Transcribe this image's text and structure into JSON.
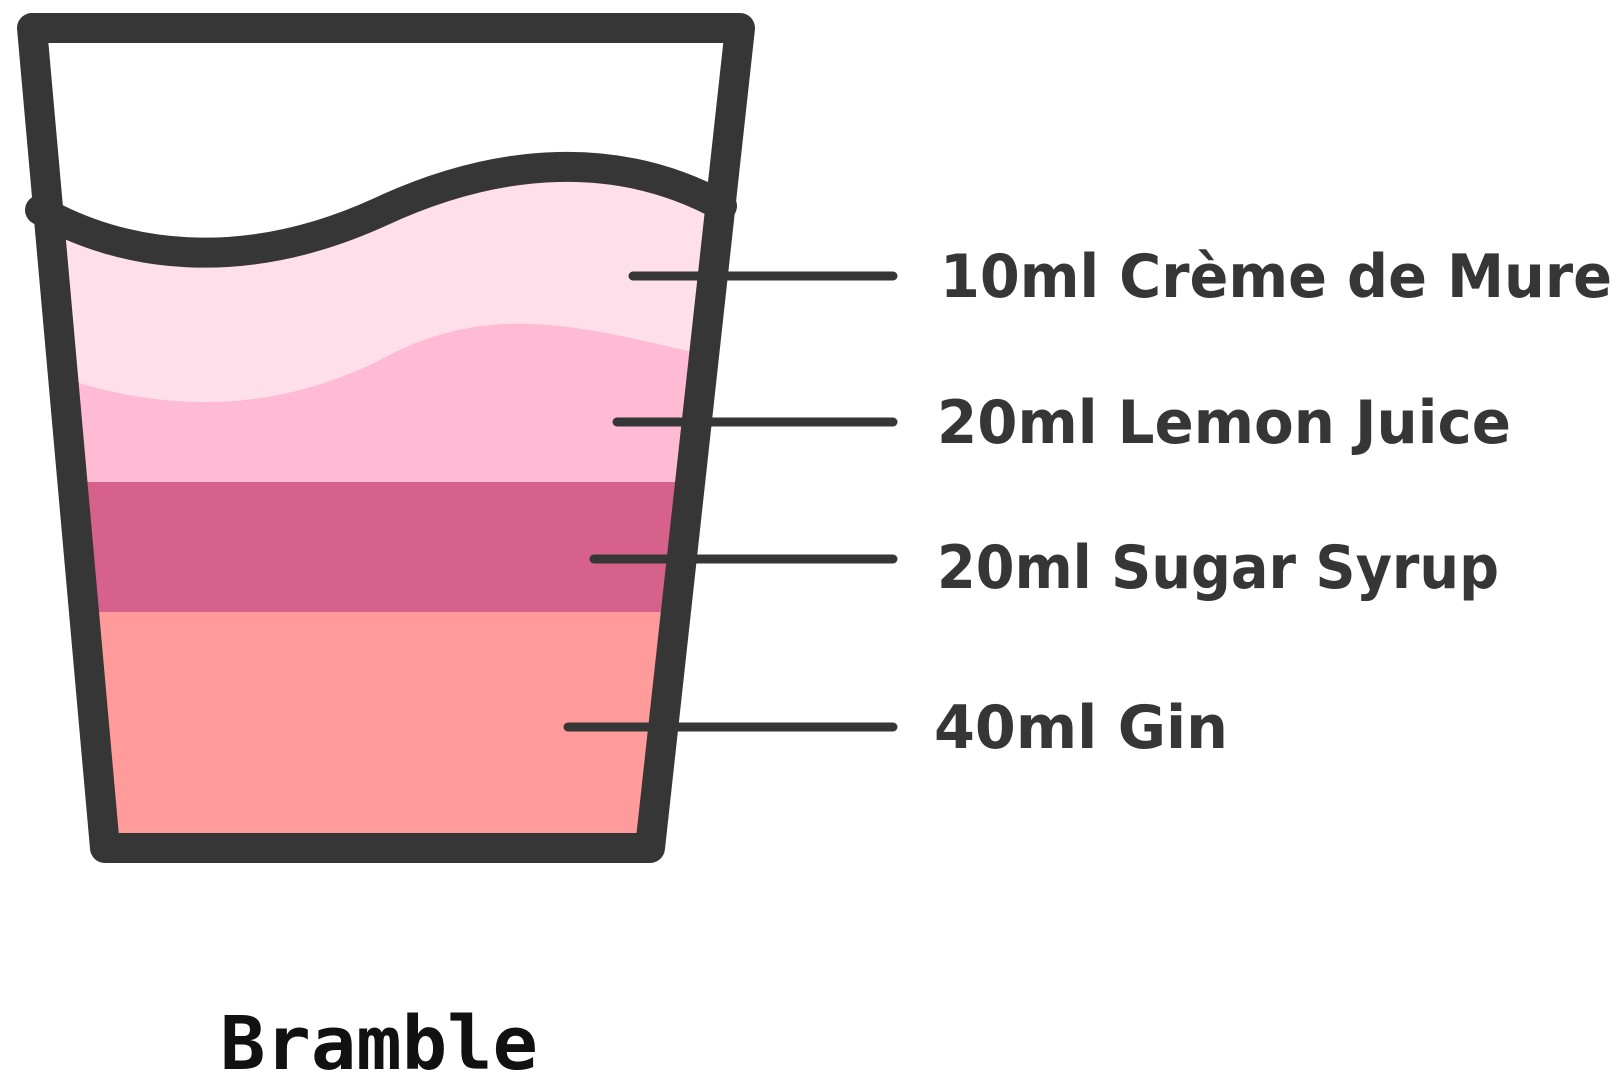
{
  "title": "Bramble",
  "colors": {
    "outline": "#363636",
    "creme_de_mure": "#ffe0ea",
    "lemon_juice": "#ffbbd3",
    "sugar_syrup": "#d6628b",
    "gin": "#ff9b9b",
    "background": "#ffffff"
  },
  "ingredients": [
    {
      "label": "10ml Crème de Mure",
      "amount_ml": 10,
      "name": "Crème de Mure"
    },
    {
      "label": "20ml Lemon Juice",
      "amount_ml": 20,
      "name": "Lemon Juice"
    },
    {
      "label": "20ml Sugar Syrup",
      "amount_ml": 20,
      "name": "Sugar Syrup"
    },
    {
      "label": "40ml Gin",
      "amount_ml": 40,
      "name": "Gin"
    }
  ]
}
